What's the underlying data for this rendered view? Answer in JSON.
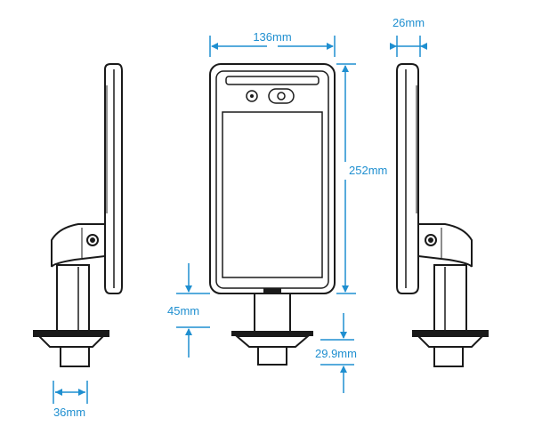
{
  "diagram": {
    "accent_color": "#1f8fd0",
    "line_color": "#1a1a1a",
    "dimensions": {
      "width": "136mm",
      "depth": "26mm",
      "height": "252mm",
      "bracket": "45mm",
      "base_height": "29.9mm",
      "pole_diameter": "36mm"
    }
  }
}
